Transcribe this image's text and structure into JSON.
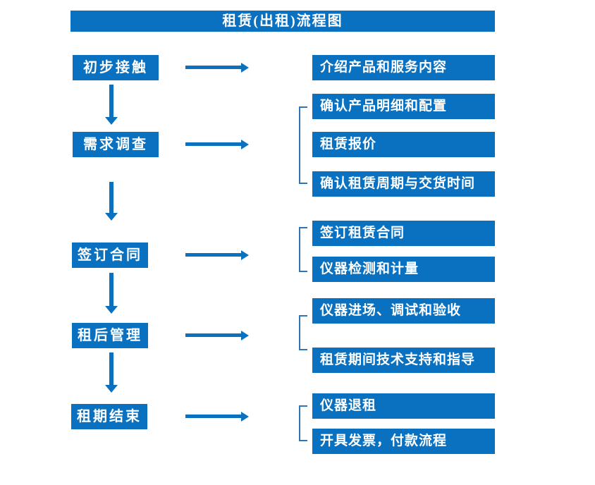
{
  "title": "租赁(出租)流程图",
  "colors": {
    "primary": "#0a71c0",
    "bracket": "#2e75b6",
    "text_on_primary": "#ffffff",
    "background": "#ffffff"
  },
  "steps": [
    {
      "label": "初步接触",
      "outputs": [
        "介绍产品和服务内容"
      ]
    },
    {
      "label": "需求调查",
      "outputs": [
        "确认产品明细和配置",
        "租赁报价",
        "确认租赁周期与交货时间"
      ]
    },
    {
      "label": "签订合同",
      "outputs": [
        "签订租赁合同",
        "仪器检测和计量"
      ]
    },
    {
      "label": "租后管理",
      "outputs": [
        "仪器进场、调试和验收",
        "租赁期间技术支持和指导"
      ]
    },
    {
      "label": "租期结束",
      "outputs": [
        "仪器退租",
        "开具发票，付款流程"
      ]
    }
  ]
}
